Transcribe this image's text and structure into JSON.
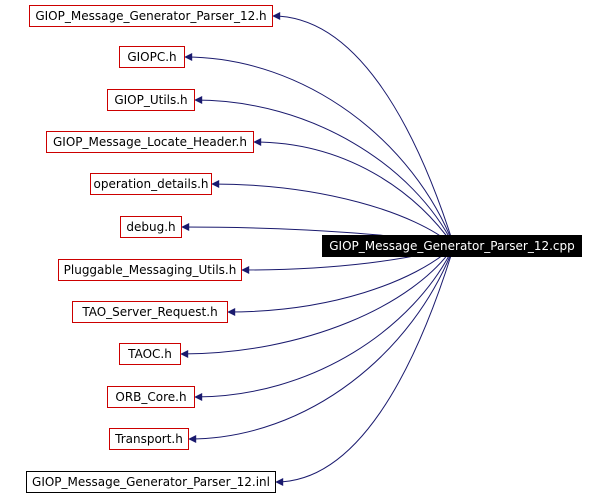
{
  "diagram": {
    "root": {
      "label": "GIOP_Message_Generator_Parser_12.cpp"
    },
    "includes": [
      {
        "label": "GIOP_Message_Generator_Parser_12.h",
        "linked": true
      },
      {
        "label": "GIOPC.h",
        "linked": true
      },
      {
        "label": "GIOP_Utils.h",
        "linked": true
      },
      {
        "label": "GIOP_Message_Locate_Header.h",
        "linked": true
      },
      {
        "label": "operation_details.h",
        "linked": true
      },
      {
        "label": "debug.h",
        "linked": true
      },
      {
        "label": "Pluggable_Messaging_Utils.h",
        "linked": true
      },
      {
        "label": "TAO_Server_Request.h",
        "linked": true
      },
      {
        "label": "TAOC.h",
        "linked": true
      },
      {
        "label": "ORB_Core.h",
        "linked": true
      },
      {
        "label": "Transport.h",
        "linked": true
      },
      {
        "label": "GIOP_Message_Generator_Parser_12.inl",
        "linked": false
      }
    ],
    "colors": {
      "edge": "#1a1a6e",
      "linked_border": "#cc0000",
      "plain_border": "#000000",
      "root_fill": "#000000",
      "root_text": "#ffffff"
    }
  }
}
